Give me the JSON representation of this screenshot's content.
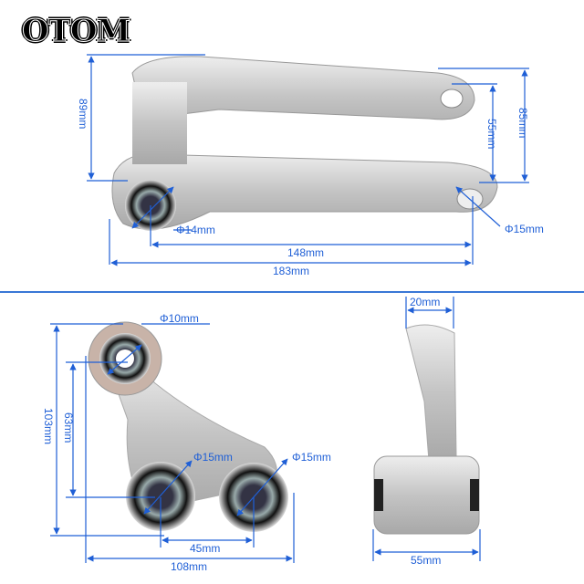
{
  "brand": {
    "logo_text": "OTOM"
  },
  "top_view": {
    "height_left": "89mm",
    "height_inner_right": "55mm",
    "height_outer_right": "85mm",
    "bore_left": "Φ14mm",
    "bore_right": "Φ15mm",
    "center_distance": "148mm",
    "overall_length": "183mm"
  },
  "side_view": {
    "bore_top": "Φ10mm",
    "bore_bottom_left": "Φ15mm",
    "bore_bottom_right": "Φ15mm",
    "height_inner": "63mm",
    "height_overall": "103mm",
    "center_distance": "45mm",
    "overall_width": "108mm"
  },
  "end_view": {
    "top_width": "20mm",
    "bottom_width": "55mm"
  },
  "colors": {
    "dimension": "#1f5fd6",
    "metal": "#c9c9c9",
    "divider": "#3a78d6"
  }
}
